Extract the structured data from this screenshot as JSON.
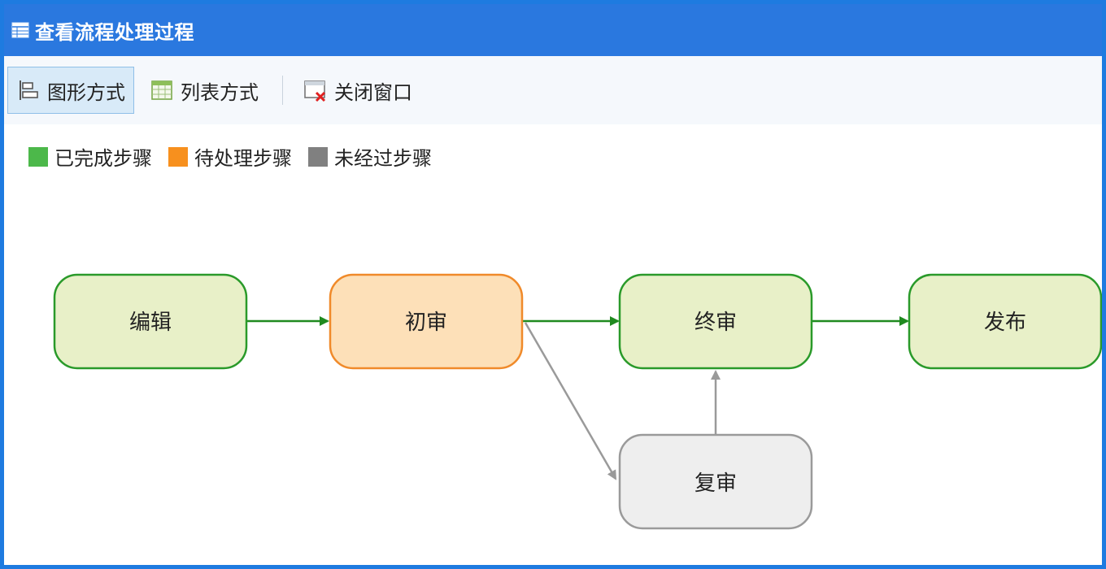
{
  "window": {
    "title": "查看流程处理过程",
    "title_icon": "table-icon"
  },
  "toolbar": {
    "graph_label": "图形方式",
    "list_label": "列表方式",
    "close_label": "关闭窗口"
  },
  "legend": [
    {
      "label": "已完成步骤",
      "color": "#4cb84a"
    },
    {
      "label": "待处理步骤",
      "color": "#f7901e"
    },
    {
      "label": "未经过步骤",
      "color": "#808080"
    }
  ],
  "flow": {
    "nodes": [
      {
        "id": "edit",
        "label": "编辑",
        "status": "completed"
      },
      {
        "id": "initial",
        "label": "初审",
        "status": "pending"
      },
      {
        "id": "final",
        "label": "终审",
        "status": "completed"
      },
      {
        "id": "publish",
        "label": "发布",
        "status": "completed"
      },
      {
        "id": "review",
        "label": "复审",
        "status": "unvisited"
      }
    ],
    "edges": [
      {
        "from": "edit",
        "to": "initial",
        "status": "completed"
      },
      {
        "from": "initial",
        "to": "final",
        "status": "completed"
      },
      {
        "from": "final",
        "to": "publish",
        "status": "completed"
      },
      {
        "from": "initial",
        "to": "review",
        "status": "unvisited"
      },
      {
        "from": "review",
        "to": "final",
        "status": "unvisited"
      }
    ]
  },
  "colors": {
    "completed_fill": "#e8f0c8",
    "completed_stroke": "#2a9a2a",
    "pending_fill": "#fde0b8",
    "pending_stroke": "#f08a2a",
    "unvisited_fill": "#eeeeee",
    "unvisited_stroke": "#9a9a9a",
    "edge_completed": "#1f8a1f",
    "edge_unvisited": "#9a9a9a"
  }
}
